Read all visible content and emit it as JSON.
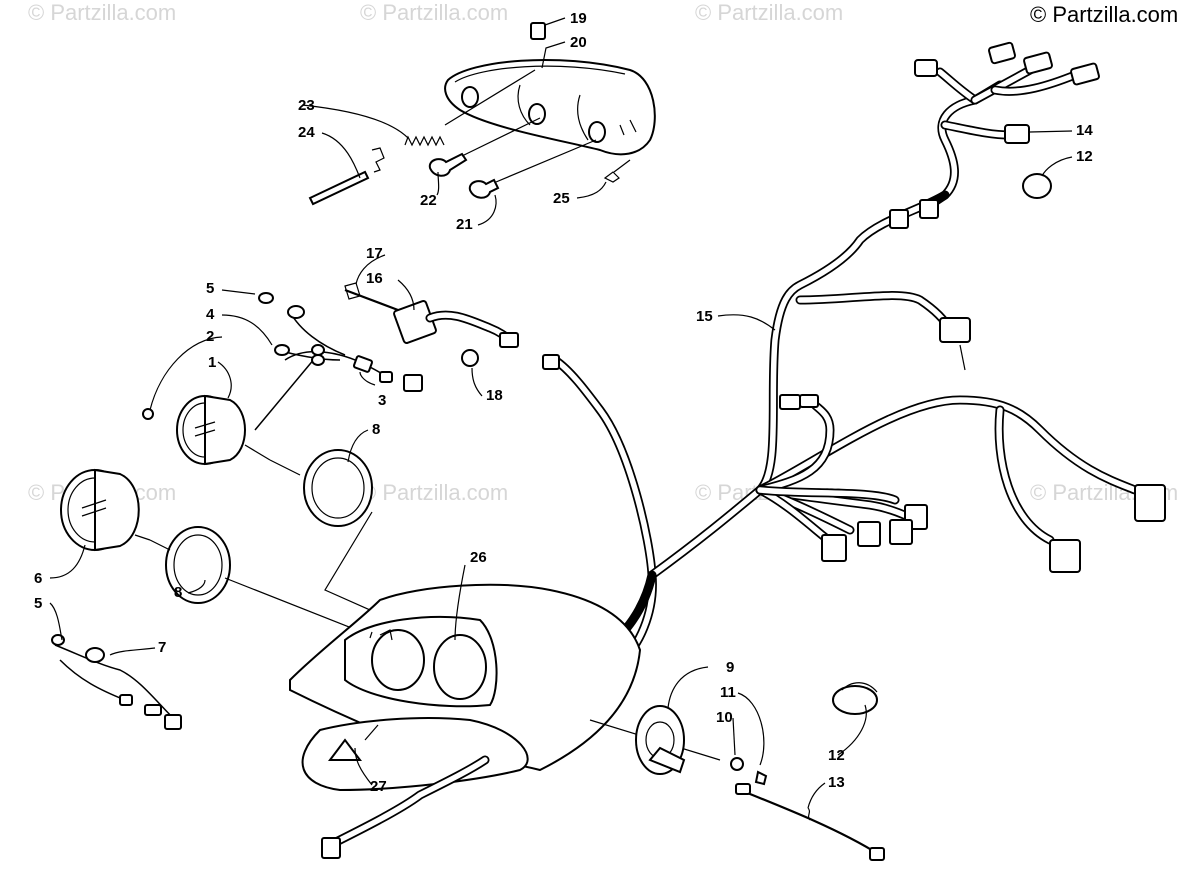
{
  "watermarks": {
    "main": "© Partzilla.com",
    "faint": "© Partzilla.com"
  },
  "callouts": [
    {
      "id": "c1",
      "label": "1"
    },
    {
      "id": "c2",
      "label": "2"
    },
    {
      "id": "c3",
      "label": "3"
    },
    {
      "id": "c4",
      "label": "4"
    },
    {
      "id": "c5a",
      "label": "5"
    },
    {
      "id": "c5b",
      "label": "5"
    },
    {
      "id": "c6",
      "label": "6"
    },
    {
      "id": "c7",
      "label": "7"
    },
    {
      "id": "c8a",
      "label": "8"
    },
    {
      "id": "c8b",
      "label": "8"
    },
    {
      "id": "c9",
      "label": "9"
    },
    {
      "id": "c10",
      "label": "10"
    },
    {
      "id": "c11",
      "label": "11"
    },
    {
      "id": "c12a",
      "label": "12"
    },
    {
      "id": "c12b",
      "label": "12"
    },
    {
      "id": "c13",
      "label": "13"
    },
    {
      "id": "c14",
      "label": "14"
    },
    {
      "id": "c15",
      "label": "15"
    },
    {
      "id": "c16",
      "label": "16"
    },
    {
      "id": "c17",
      "label": "17"
    },
    {
      "id": "c18",
      "label": "18"
    },
    {
      "id": "c19",
      "label": "19"
    },
    {
      "id": "c20",
      "label": "20"
    },
    {
      "id": "c21",
      "label": "21"
    },
    {
      "id": "c22",
      "label": "22"
    },
    {
      "id": "c23",
      "label": "23"
    },
    {
      "id": "c24",
      "label": "24"
    },
    {
      "id": "c25",
      "label": "25"
    },
    {
      "id": "c26",
      "label": "26"
    },
    {
      "id": "c27",
      "label": "27"
    }
  ]
}
